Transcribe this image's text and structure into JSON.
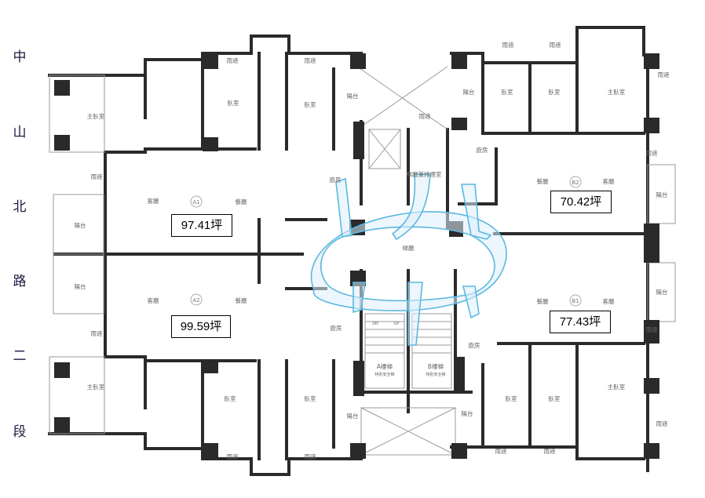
{
  "street_name": [
    "中",
    "山",
    "北",
    "路",
    "二",
    "段"
  ],
  "units": {
    "A1": {
      "id": "A1",
      "area": "97.41坪",
      "living": "客廳",
      "dining": "餐廳",
      "kitchen": "廚房",
      "master": "主臥室",
      "bed1": "臥室",
      "bed2": "臥室",
      "balcony1": "陽台",
      "balcony2": "陽台",
      "canopy1": "雨遮",
      "canopy2": "雨遮",
      "canopy3": "雨遮"
    },
    "A2": {
      "id": "A2",
      "area": "99.59坪",
      "living": "客廳",
      "dining": "餐廳",
      "kitchen": "廚房",
      "master": "主臥室",
      "bed1": "臥室",
      "bed2": "臥室",
      "balcony1": "陽台",
      "balcony2": "陽台",
      "canopy1": "雨遮",
      "canopy2": "雨遮",
      "canopy3": "雨遮"
    },
    "B2": {
      "id": "B2",
      "area": "70.42坪",
      "living": "客廳",
      "dining": "餐廳",
      "kitchen": "廚房",
      "master": "主臥室",
      "bed1": "臥室",
      "bed2": "臥室",
      "balcony1": "陽台",
      "balcony2": "陽台",
      "canopy1": "雨遮",
      "canopy2": "雨遮",
      "canopy3": "雨遮",
      "canopy4": "雨遮"
    },
    "B1": {
      "id": "B1",
      "area": "77.43坪",
      "living": "客廳",
      "dining": "餐廳",
      "kitchen": "廚房",
      "master": "主臥室",
      "bed1": "臥室",
      "bed2": "臥室",
      "balcony1": "陽台",
      "balcony2": "陽台",
      "canopy1": "雨遮",
      "canopy2": "雨遮",
      "canopy3": "雨遮",
      "canopy4": "雨遮"
    }
  },
  "core": {
    "canopy": "雨遮",
    "lobby_smoke": "梯廳兼排煙室",
    "lobby": "梯廳",
    "stair_a": "A樓梯",
    "stair_b": "B樓梯",
    "stair_a_sub": "特別安全梯",
    "stair_b_sub": "特別安全梯",
    "dn": "DN",
    "up": "UP"
  },
  "colors": {
    "wall": "#2a2a2a",
    "swirl": "#5bb8e0",
    "street": "#1a1a40"
  }
}
